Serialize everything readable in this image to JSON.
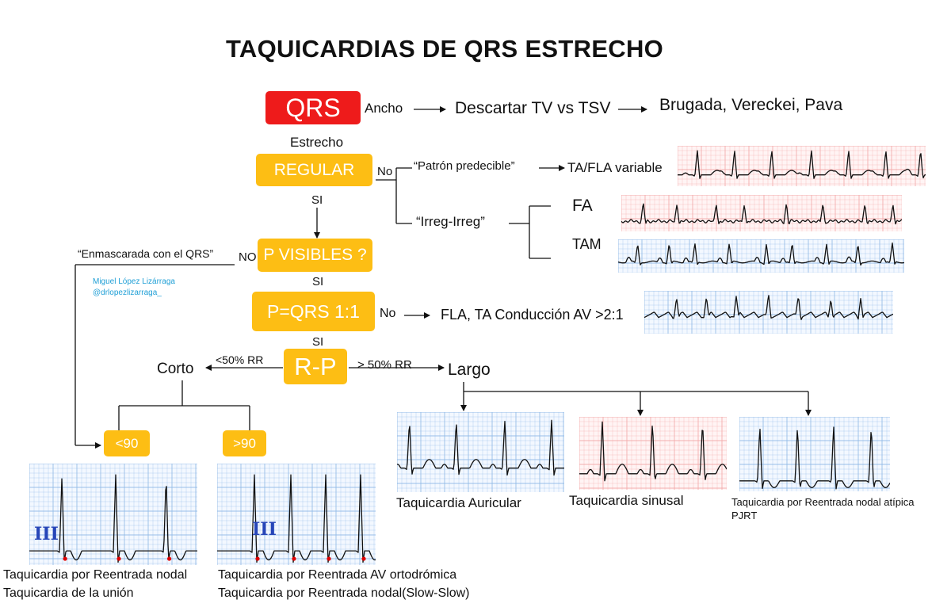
{
  "title": "TAQUICARDIAS DE QRS ESTRECHO",
  "colors": {
    "red_box": "#ee1b1b",
    "yellow_box": "#fdbe14",
    "credit": "#1f9fd6",
    "marker": "#e00000"
  },
  "nodes": {
    "qrs": "QRS",
    "regular": "REGULAR",
    "p_visibles": "P VISIBLES ?",
    "p_qrs": "P=QRS 1:1",
    "rp": "R-P",
    "lt90": "<90",
    "gt90": ">90"
  },
  "labels": {
    "ancho": "Ancho",
    "descartar": "Descartar TV vs TSV",
    "brugada": "Brugada, Vereckei, Pava",
    "estrecho": "Estrecho",
    "no_regular": "No",
    "patron": "“Patrón predecible”",
    "ta_fla_variable": "TA/FLA variable",
    "irreg": "“Irreg-Irreg”",
    "fa": "FA",
    "tam": "TAM",
    "si_1": "SI",
    "enmascarada": "“Enmascarada con el QRS”",
    "no_p": "NO",
    "si_2": "SI",
    "no_pqrs": "No",
    "fla_ta": "FLA, TA Conducción AV >2:1",
    "si_3": "SI",
    "lt50": "<50% RR",
    "corto": "Corto",
    "gt50": "> 50% RR",
    "largo": "Largo"
  },
  "credit": {
    "name": "Miguel López Lizárraga",
    "handle": "@drlopezlizarraga_"
  },
  "ecg_lead": {
    "left": "III",
    "right": "III"
  },
  "captions": {
    "auricular": "Taquicardia Auricular",
    "sinusal": "Taquicardia sinusal",
    "atipica_1": "Taquicardia por Reentrada nodal atípica",
    "atipica_2": "PJRT",
    "nodal_1": "Taquicardia por Reentrada nodal",
    "nodal_2": "Taquicardia de la unión",
    "av_1": "Taquicardia por Reentrada AV ortodrómica",
    "av_2": "Taquicardia por Reentrada nodal(Slow-Slow)"
  }
}
